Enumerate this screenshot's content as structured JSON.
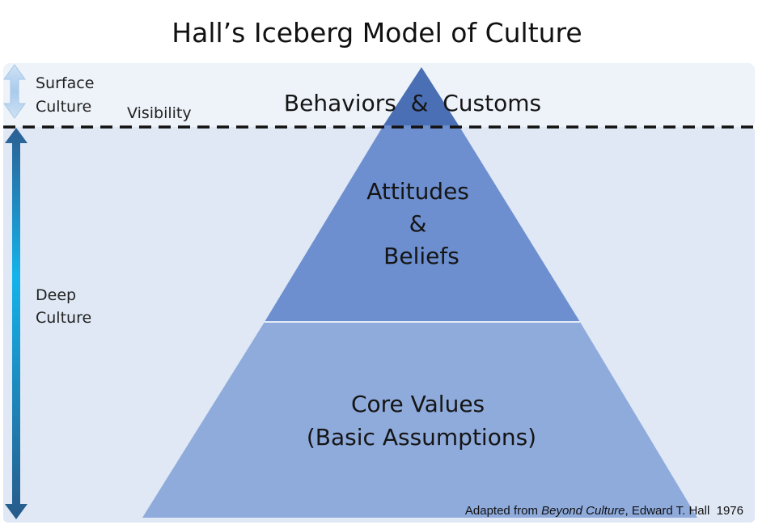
{
  "title": "Hall’s Iceberg Model of Culture",
  "surface_label": [
    "Surface",
    "Culture"
  ],
  "visibility_label": "Visibility",
  "deep_label": [
    "Deep",
    "Culture"
  ],
  "levels": {
    "top": [
      "Behaviors  &  Customs"
    ],
    "middle": [
      "Attitudes",
      "&",
      "Beliefs"
    ],
    "bottom": [
      "Core Values",
      "(Basic Assumptions)"
    ]
  },
  "credit": {
    "prefix": "Adapted from ",
    "book": "Beyond Culture",
    "suffix": ", Edward T. Hall  1976"
  },
  "colors": {
    "surface_bg": "#eef3fa",
    "deep_bg": "#dfe8f4",
    "tier_top": "#4a6fb5",
    "tier_middle": "#6d8fd0",
    "tier_bottom": "#8fabdc",
    "arrow_top": "#2c5f93",
    "arrow_mid": "#14b3ea",
    "arrow_bottom": "#275a8a",
    "surface_arrow": "#bcd7f0"
  }
}
